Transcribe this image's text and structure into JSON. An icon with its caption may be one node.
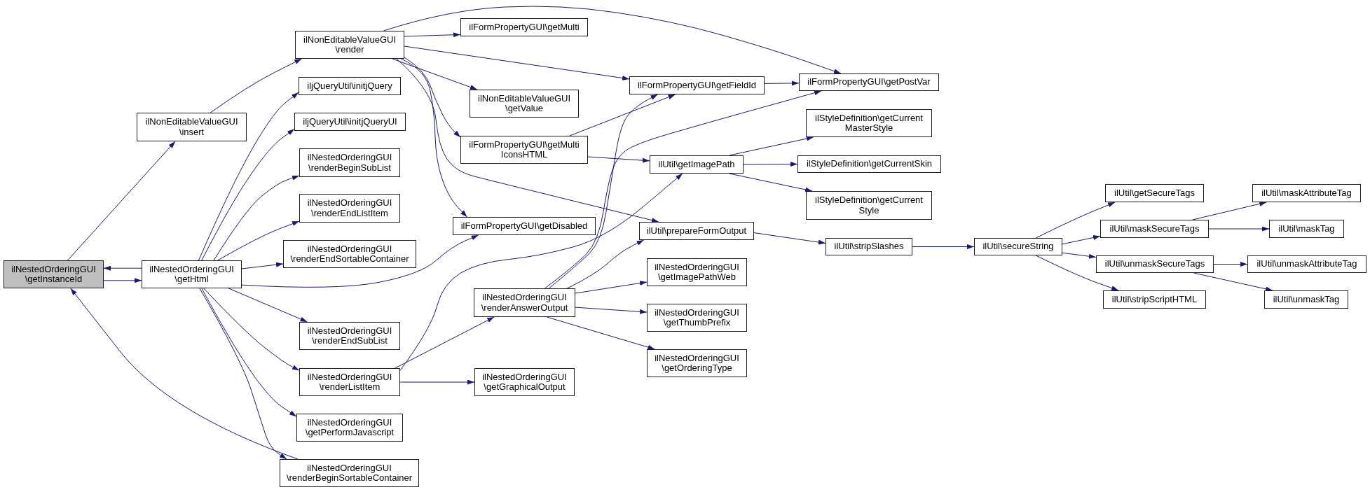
{
  "diagram": {
    "nodes": [
      {
        "text": [
          "ilNestedOrderingGUI \\getInstanceId"
        ]
      },
      {
        "text": [
          "ilNonEditableValueGUI \\insert"
        ]
      },
      {
        "text": [
          "ilNestedOrderingGUI \\getHtml"
        ]
      },
      {
        "text": [
          "ilNonEditableValueGUI \\render"
        ]
      },
      {
        "text": [
          "iljQueryUtil\\initjQuery"
        ]
      },
      {
        "text": [
          "iljQueryUtil\\initjQueryUI"
        ]
      },
      {
        "text": [
          "ilNestedOrderingGUI \\renderBeginSubList"
        ]
      },
      {
        "text": [
          "ilNestedOrderingGUI \\renderEndListItem"
        ]
      },
      {
        "text": [
          "ilNestedOrderingGUI \\renderEndSortableContainer"
        ]
      },
      {
        "text": [
          "ilNestedOrderingGUI \\renderEndSubList"
        ]
      },
      {
        "text": [
          "ilNestedOrderingGUI \\renderListItem"
        ]
      },
      {
        "text": [
          "ilNestedOrderingGUI \\getPerformJavascript"
        ]
      },
      {
        "text": [
          "ilNestedOrderingGUI \\renderBeginSortableContainer"
        ]
      },
      {
        "text": [
          "ilFormPropertyGUI\\getMulti"
        ]
      },
      {
        "text": [
          "ilNonEditableValueGUI \\getValue"
        ]
      },
      {
        "text": [
          "ilFormPropertyGUI\\getMulti IconsHTML"
        ]
      },
      {
        "text": [
          "ilFormPropertyGUI\\getDisabled"
        ]
      },
      {
        "text": [
          "ilNestedOrderingGUI \\renderAnswerOutput"
        ]
      },
      {
        "text": [
          "ilNestedOrderingGUI \\getGraphicalOutput"
        ]
      },
      {
        "text": [
          "ilFormPropertyGUI\\getFieldId"
        ]
      },
      {
        "text": [
          "ilUtil\\getImagePath"
        ]
      },
      {
        "text": [
          "ilUtil\\prepareFormOutput"
        ]
      },
      {
        "text": [
          "ilNestedOrderingGUI \\getImagePathWeb"
        ]
      },
      {
        "text": [
          "ilNestedOrderingGUI \\getThumbPrefix"
        ]
      },
      {
        "text": [
          "ilNestedOrderingGUI \\getOrderingType"
        ]
      },
      {
        "text": [
          "ilFormPropertyGUI\\getPostVar"
        ]
      },
      {
        "text": [
          "ilStyleDefinition\\getCurrent MasterStyle"
        ]
      },
      {
        "text": [
          "ilStyleDefinition\\getCurrentSkin"
        ]
      },
      {
        "text": [
          "ilStyleDefinition\\getCurrent Style"
        ]
      },
      {
        "text": [
          "ilUtil\\stripSlashes"
        ]
      },
      {
        "text": [
          "ilUtil\\secureString"
        ]
      },
      {
        "text": [
          "ilUtil\\getSecureTags"
        ]
      },
      {
        "text": [
          "ilUtil\\maskSecureTags"
        ]
      },
      {
        "text": [
          "ilUtil\\unmaskSecureTags"
        ]
      },
      {
        "text": [
          "ilUtil\\stripScriptHTML"
        ]
      },
      {
        "text": [
          "ilUtil\\maskAttributeTag"
        ]
      },
      {
        "text": [
          "ilUtil\\maskTag"
        ]
      },
      {
        "text": [
          "ilUtil\\unmaskAttributeTag"
        ]
      },
      {
        "text": [
          "ilUtil\\unmaskTag"
        ]
      }
    ],
    "edges": [
      {
        "from": 0,
        "to": 1,
        "arrow": "to"
      },
      {
        "from": 1,
        "to": 3,
        "arrow": "to"
      },
      {
        "from": 2,
        "to": 0,
        "arrow": "to"
      },
      {
        "from": 0,
        "to": 2,
        "arrow": "to"
      },
      {
        "from": 12,
        "to": 0,
        "arrow": "to"
      },
      {
        "from": 2,
        "to": 4,
        "arrow": "to"
      },
      {
        "from": 2,
        "to": 5,
        "arrow": "to"
      },
      {
        "from": 2,
        "to": 6,
        "arrow": "to"
      },
      {
        "from": 2,
        "to": 7,
        "arrow": "to"
      },
      {
        "from": 2,
        "to": 8,
        "arrow": "to"
      },
      {
        "from": 2,
        "to": 16,
        "arrow": "to"
      },
      {
        "from": 2,
        "to": 9,
        "arrow": "to"
      },
      {
        "from": 2,
        "to": 10,
        "arrow": "to"
      },
      {
        "from": 2,
        "to": 11,
        "arrow": "to"
      },
      {
        "from": 2,
        "to": 12,
        "arrow": "to"
      },
      {
        "from": 3,
        "to": 25,
        "arrow": "to"
      },
      {
        "from": 3,
        "to": 13,
        "arrow": "to"
      },
      {
        "from": 3,
        "to": 19,
        "arrow": "to"
      },
      {
        "from": 3,
        "to": 14,
        "arrow": "to"
      },
      {
        "from": 3,
        "to": 15,
        "arrow": "to"
      },
      {
        "from": 3,
        "to": 16,
        "arrow": "to"
      },
      {
        "from": 3,
        "to": 21,
        "arrow": "to"
      },
      {
        "from": 15,
        "to": 19,
        "arrow": "to"
      },
      {
        "from": 15,
        "to": 20,
        "arrow": "to"
      },
      {
        "from": 10,
        "to": 17,
        "arrow": "to"
      },
      {
        "from": 10,
        "to": 18,
        "arrow": "to"
      },
      {
        "from": 10,
        "to": 20,
        "arrow": "to"
      },
      {
        "from": 17,
        "to": 19,
        "arrow": "to"
      },
      {
        "from": 17,
        "to": 25,
        "arrow": "to"
      },
      {
        "from": 17,
        "to": 21,
        "arrow": "to"
      },
      {
        "from": 17,
        "to": 22,
        "arrow": "to"
      },
      {
        "from": 17,
        "to": 23,
        "arrow": "to"
      },
      {
        "from": 17,
        "to": 24,
        "arrow": "to"
      },
      {
        "from": 19,
        "to": 25,
        "arrow": "to"
      },
      {
        "from": 20,
        "to": 26,
        "arrow": "to"
      },
      {
        "from": 20,
        "to": 27,
        "arrow": "to"
      },
      {
        "from": 20,
        "to": 28,
        "arrow": "to"
      },
      {
        "from": 21,
        "to": 29,
        "arrow": "to"
      },
      {
        "from": 29,
        "to": 30,
        "arrow": "to"
      },
      {
        "from": 30,
        "to": 31,
        "arrow": "to"
      },
      {
        "from": 30,
        "to": 32,
        "arrow": "to"
      },
      {
        "from": 30,
        "to": 33,
        "arrow": "to"
      },
      {
        "from": 30,
        "to": 34,
        "arrow": "to"
      },
      {
        "from": 32,
        "to": 35,
        "arrow": "to"
      },
      {
        "from": 32,
        "to": 36,
        "arrow": "to"
      },
      {
        "from": 33,
        "to": 37,
        "arrow": "to"
      },
      {
        "from": 33,
        "to": 38,
        "arrow": "to"
      }
    ]
  }
}
